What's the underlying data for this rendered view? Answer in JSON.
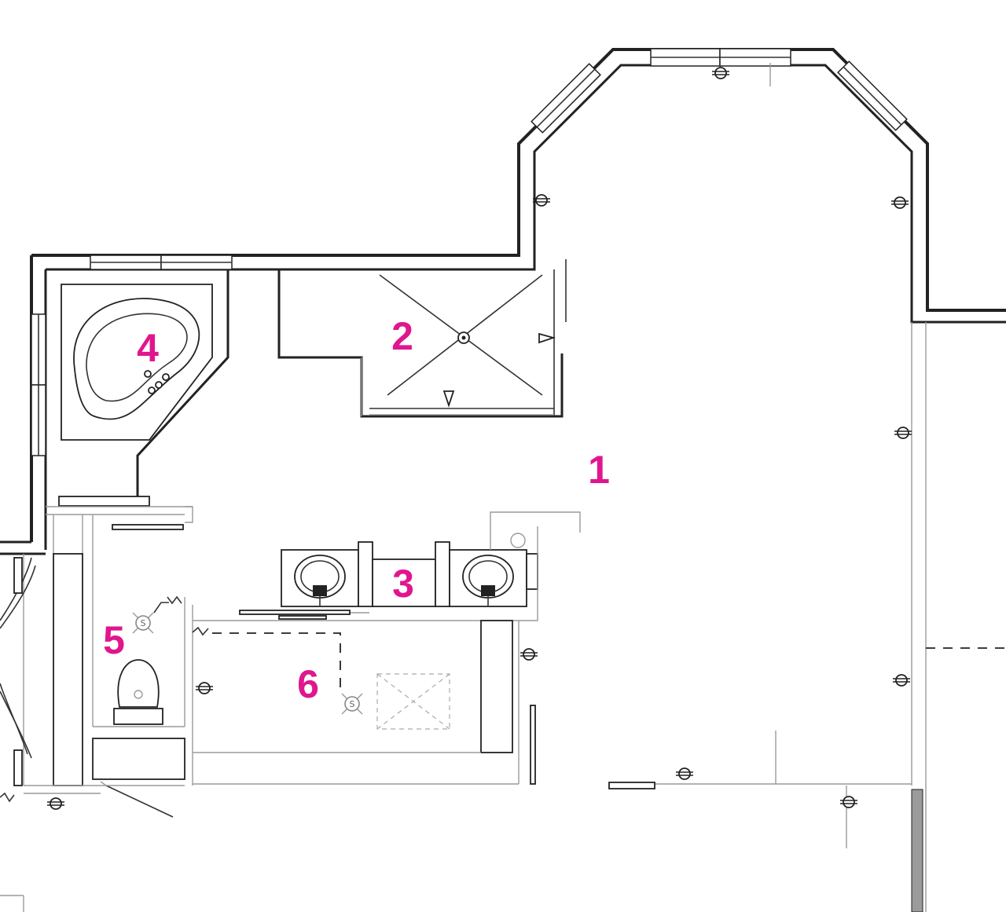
{
  "colors": {
    "accent": "#e0168f",
    "line": "#222222",
    "fixture_grey": "#9a9a9a"
  },
  "room_labels": [
    {
      "id": "1",
      "text": "1"
    },
    {
      "id": "2",
      "text": "2"
    },
    {
      "id": "3",
      "text": "3"
    },
    {
      "id": "4",
      "text": "4"
    },
    {
      "id": "5",
      "text": "5"
    },
    {
      "id": "6",
      "text": "6"
    }
  ],
  "symbols": {
    "exhaust_fan_letter": "S"
  },
  "icons": [
    "outlet-icon",
    "light-switch-icon",
    "exhaust-fan-icon",
    "floor-drain-icon",
    "skylight-icon"
  ]
}
